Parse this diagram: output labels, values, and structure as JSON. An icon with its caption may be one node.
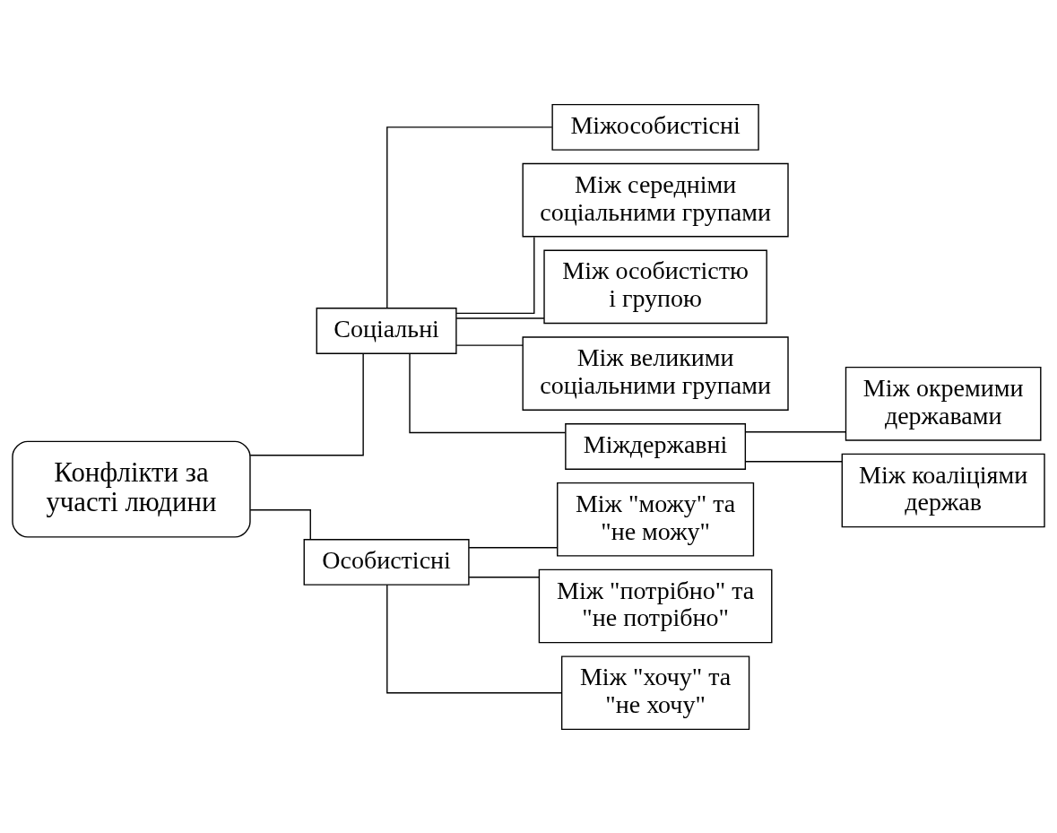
{
  "diagram": {
    "nodes": [
      {
        "text": [
          "Конфлікти за участі людини"
        ]
      },
      {
        "text": [
          "Соціальні"
        ]
      },
      {
        "text": [
          "Особистісні"
        ]
      },
      {
        "text": [
          "Міжособистісні"
        ]
      },
      {
        "text": [
          "Між середніми соціальними групами"
        ]
      },
      {
        "text": [
          "Між особистістю і групою"
        ]
      },
      {
        "text": [
          "Між великими соціальними групами"
        ]
      },
      {
        "text": [
          "Міждержавні"
        ]
      },
      {
        "text": [
          "Між окремими державами"
        ]
      },
      {
        "text": [
          "Між коаліціями держав"
        ]
      },
      {
        "text": [
          "Між \"можу\" та \"не можу\""
        ]
      },
      {
        "text": [
          "Між \"потрібно\" та \"не потрібно\""
        ]
      },
      {
        "text": [
          "Між \"хочу\" та \"не хочу\""
        ]
      }
    ],
    "edges": [
      {
        "from": 0,
        "to": 1,
        "arrow": "none"
      },
      {
        "from": 0,
        "to": 2,
        "arrow": "none"
      },
      {
        "from": 1,
        "to": 3,
        "arrow": "none"
      },
      {
        "from": 1,
        "to": 4,
        "arrow": "none"
      },
      {
        "from": 1,
        "to": 5,
        "arrow": "none"
      },
      {
        "from": 1,
        "to": 6,
        "arrow": "none"
      },
      {
        "from": 1,
        "to": 7,
        "arrow": "none"
      },
      {
        "from": 7,
        "to": 8,
        "arrow": "none"
      },
      {
        "from": 7,
        "to": 9,
        "arrow": "none"
      },
      {
        "from": 2,
        "to": 10,
        "arrow": "none"
      },
      {
        "from": 2,
        "to": 11,
        "arrow": "none"
      },
      {
        "from": 2,
        "to": 12,
        "arrow": "none"
      }
    ]
  }
}
